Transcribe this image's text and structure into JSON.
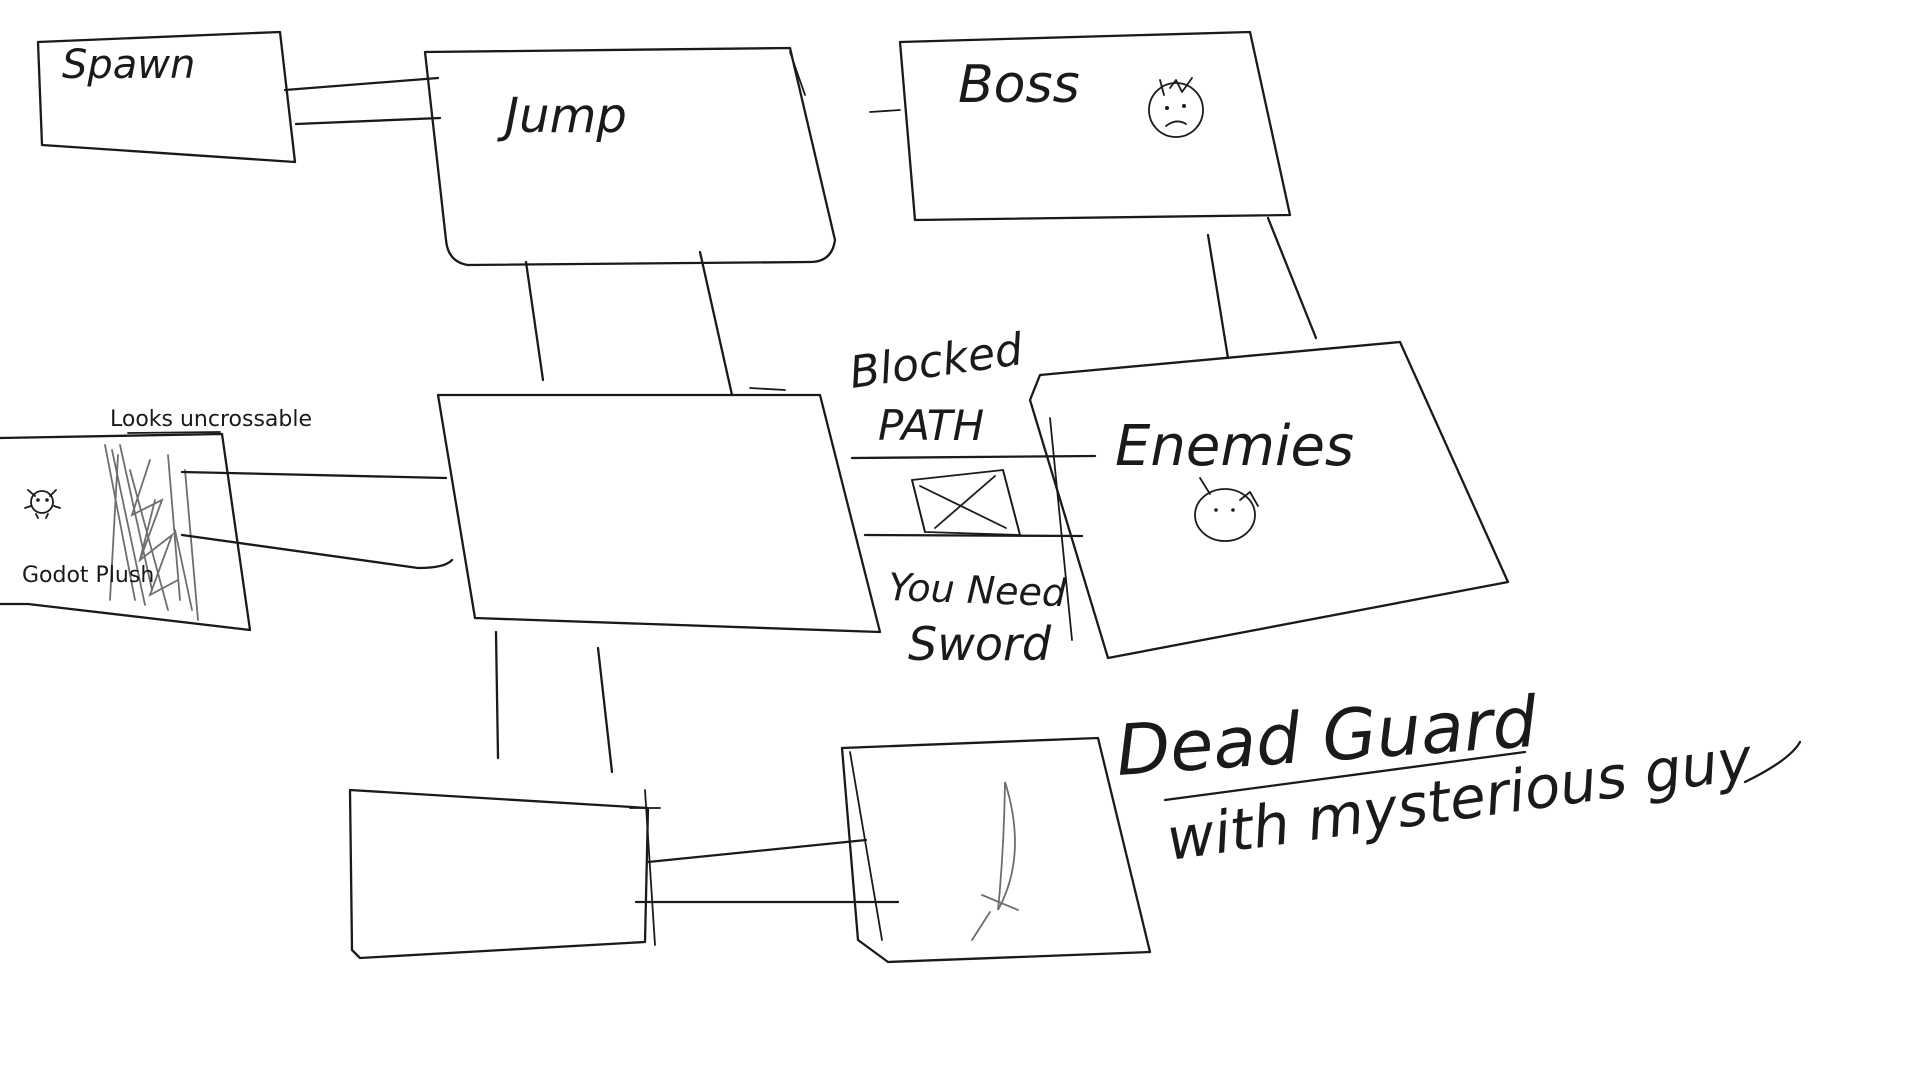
{
  "rooms": {
    "spawn": "Spawn",
    "jump": "Jump",
    "boss": "Boss",
    "enemies": "Enemies"
  },
  "annotations": {
    "blocked_line1": "Blocked",
    "blocked_line2": "PATH",
    "need_line1": "You Need",
    "need_line2": "Sword",
    "dead_guard": "Dead Guard",
    "mysterious": "with mysterious guy"
  },
  "labels": {
    "looks_uncrossable": "Looks uncrossable",
    "godot_plush": "Godot Plush"
  },
  "icons": [
    "sad-face-icon",
    "enemy-face-icon",
    "godot-plush-icon",
    "blocked-x-icon",
    "sword-icon",
    "grass-hatch"
  ]
}
